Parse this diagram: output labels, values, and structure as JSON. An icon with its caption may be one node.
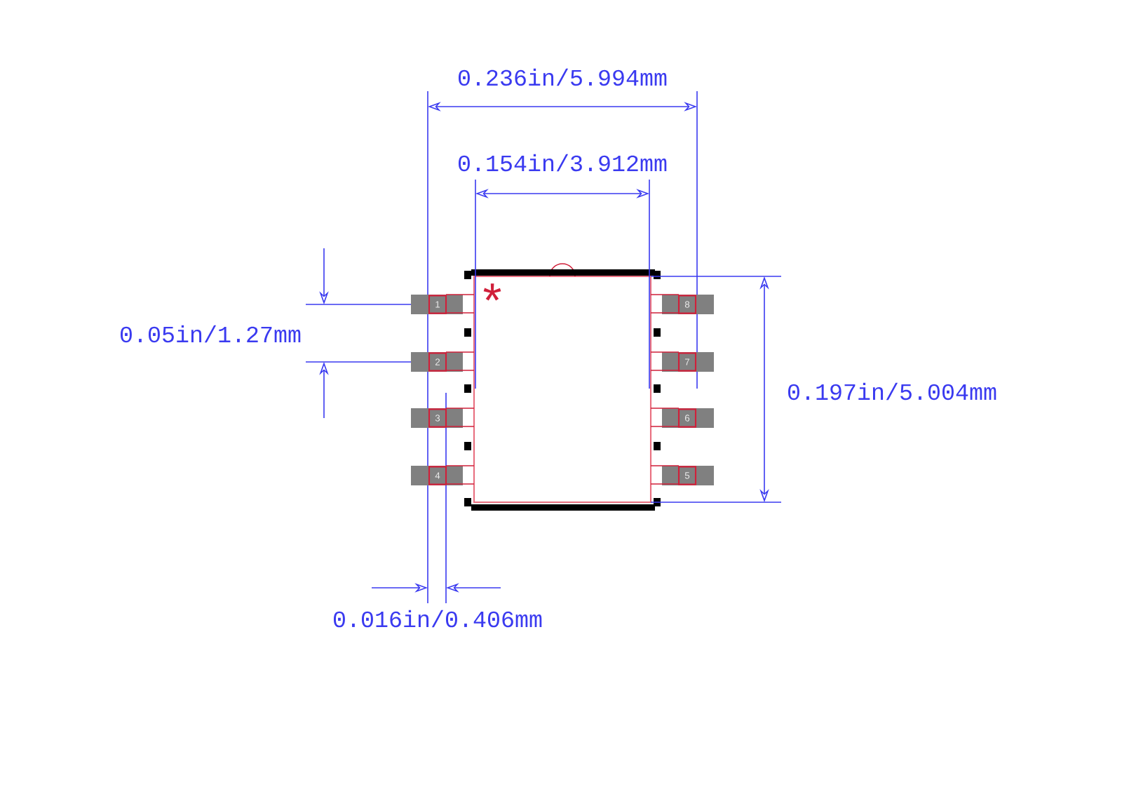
{
  "diagram": {
    "nodes": [
      {
        "text": [
          "1"
        ]
      },
      {
        "text": [
          "8"
        ]
      },
      {
        "text": [
          "2"
        ]
      },
      {
        "text": [
          "7"
        ]
      },
      {
        "text": [
          "3"
        ]
      },
      {
        "text": [
          "6"
        ]
      },
      {
        "text": [
          "4"
        ]
      },
      {
        "text": [
          "5"
        ]
      }
    ],
    "labels": [
      "0.236in/5.994mm",
      "0.154in/3.912mm",
      "*",
      "0.05in/1.27mm",
      "0.197in/5.004mm",
      "0.016in/0.406mm"
    ]
  }
}
